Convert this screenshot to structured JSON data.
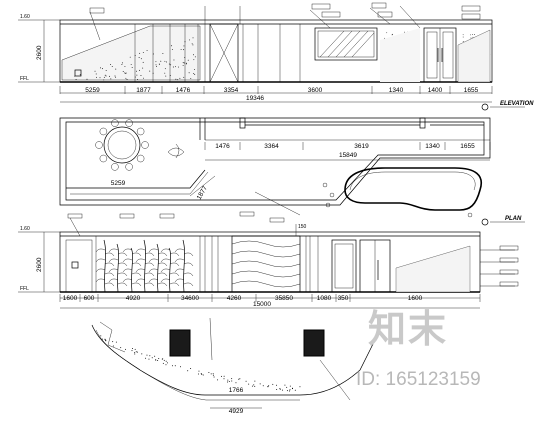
{
  "elevation1": {
    "title": "ELEVATION",
    "height_dim": "2600",
    "top_level_mark": "1.60",
    "bottom_level_mark": "FFL",
    "dims": [
      "5259",
      "1877",
      "1476",
      "3354",
      "3600",
      "1340",
      "1400",
      "1655"
    ],
    "total": "19346"
  },
  "plan": {
    "title": "PLAN",
    "dims": [
      "1476",
      "3364",
      "3619",
      "1340",
      "1655"
    ],
    "total": "15849",
    "diag_dim_a": "5259",
    "diag_dim_b": "1877"
  },
  "elevation2": {
    "height_dim": "2600",
    "top_level_mark": "1.60",
    "bottom_level_mark": "FFL",
    "side_note": "150",
    "dims": [
      "1600",
      "600",
      "4920",
      "34600",
      "4260",
      "35850",
      "1080",
      "350",
      "1600"
    ],
    "total": "15000"
  },
  "partial_plan": {
    "dims": [
      "1766",
      "4929"
    ]
  },
  "watermark": {
    "logo": "知末",
    "id_text": "ID: 165123159"
  }
}
